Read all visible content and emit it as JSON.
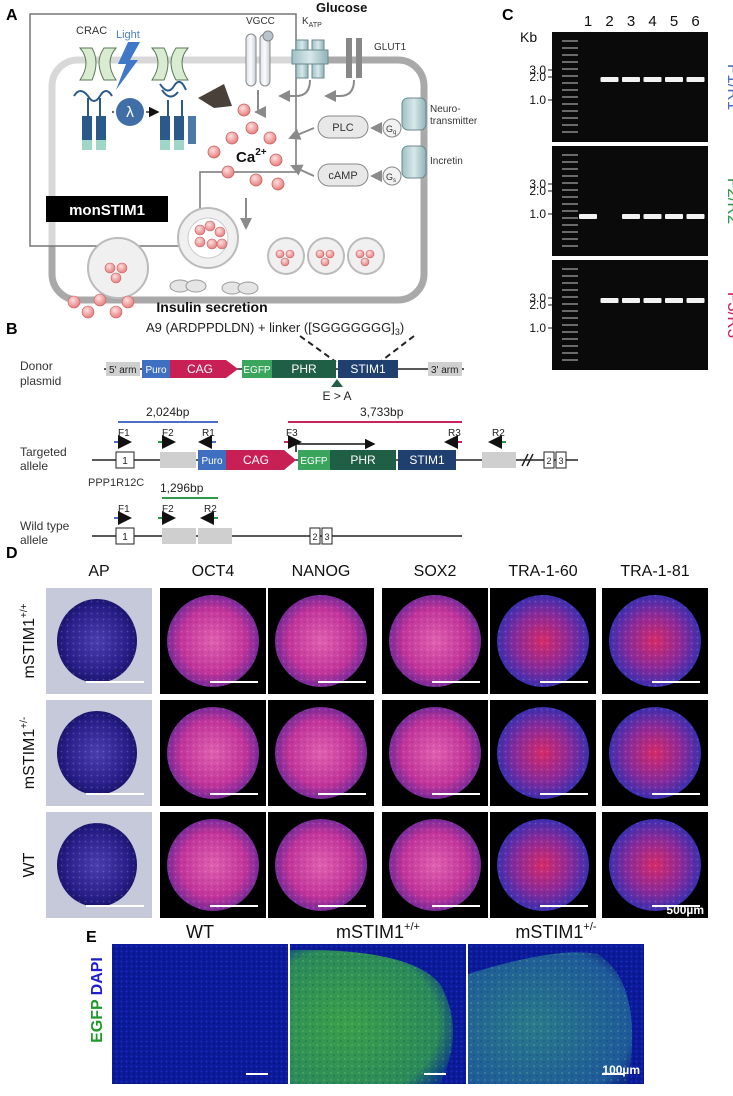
{
  "panel_labels": {
    "a": "A",
    "b": "B",
    "c": "C",
    "d": "D",
    "e": "E"
  },
  "panel_a": {
    "crac": "CRAC",
    "light": "Light",
    "lambda": "λ",
    "monstim": "monSTIM1",
    "vgcc": "VGCC",
    "katp": "K",
    "katp_sub": "ATP",
    "glucose": "Glucose",
    "glut1": "GLUT1",
    "plc": "PLC",
    "camp": "cAMP",
    "gq": "G",
    "gq_sub": "q",
    "gs": "G",
    "gs_sub": "s",
    "neuro1": "Neuro-",
    "neuro2": "transmitter",
    "incretin": "Incretin",
    "ca": "Ca",
    "ca_sup": "2+",
    "insulin": "Insulin secretion"
  },
  "panel_b": {
    "a9": "A9 (ARDPPDLDN) + linker ([SGGGGGGG]",
    "a9_sub": "3",
    "a9_end": ")",
    "donor1": "Donor",
    "donor2": "plasmid",
    "arm5": "5' arm",
    "arm3": "3' arm",
    "puro": "Puro",
    "cag": "CAG",
    "egfp": "EGFP",
    "phr": "PHR",
    "stim1": "STIM1",
    "mutation": "E > A",
    "bp1": "2,024bp",
    "bp2": "3,733bp",
    "bp3": "1,296bp",
    "f1": "F1",
    "f2": "F2",
    "r1": "R1",
    "f3": "F3",
    "r3": "R3",
    "r2": "R2",
    "targeted1": "Targeted",
    "targeted2": "allele",
    "wild1": "Wild type",
    "wild2": "allele",
    "locus": "PPP1R12C",
    "ex1": "1",
    "ex2": "2",
    "ex3": "3"
  },
  "panel_c": {
    "kb": "Kb",
    "lanes": [
      "1",
      "2",
      "3",
      "4",
      "5",
      "6"
    ],
    "markers": [
      "3.0",
      "2.0",
      "1.0"
    ],
    "gels": [
      {
        "label": "F1/R1",
        "color": "#4a6fc4",
        "present": [
          false,
          true,
          true,
          true,
          true,
          true
        ]
      },
      {
        "label": "F2/R2",
        "color": "#2f9a4a",
        "present": [
          true,
          false,
          true,
          true,
          true,
          true
        ]
      },
      {
        "label": "F3/R3",
        "color": "#c9245a",
        "present": [
          false,
          true,
          true,
          true,
          true,
          true
        ]
      }
    ]
  },
  "panel_d": {
    "columns": [
      "AP",
      "OCT4",
      "NANOG",
      "SOX2",
      "TRA-1-60",
      "TRA-1-81"
    ],
    "rows": [
      {
        "base": "mSTIM1",
        "sup": "+/+"
      },
      {
        "base": "mSTIM1",
        "sup": "+/-"
      },
      {
        "base": "WT",
        "sup": ""
      }
    ],
    "scale": "500µm"
  },
  "panel_e": {
    "columns": [
      {
        "base": "WT",
        "sup": ""
      },
      {
        "base": "mSTIM1",
        "sup": "+/+"
      },
      {
        "base": "mSTIM1",
        "sup": "+/-"
      }
    ],
    "side_egfp": "EGFP",
    "side_dapi": "DAPI",
    "scale": "100µm"
  },
  "colors": {
    "puro": "#3f6fc1",
    "cag": "#c81f55",
    "egfp": "#3aa55c",
    "phr": "#1f5f45",
    "stim1": "#1f3f6f",
    "f1r1": "#4a6fc4",
    "f2r2": "#2f9a4a",
    "f3r3": "#c9245a"
  }
}
